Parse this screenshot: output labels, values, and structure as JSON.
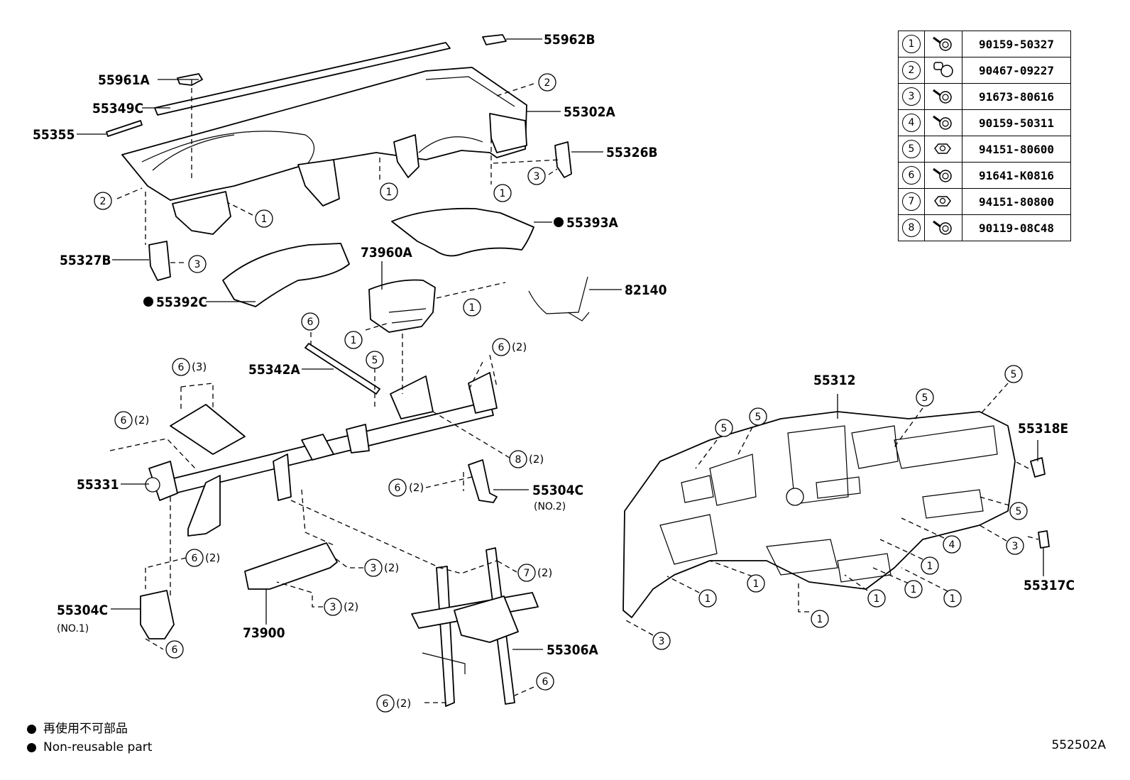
{
  "part_labels": {
    "p55962B": "55962B",
    "p55961A": "55961A",
    "p55349C": "55349C",
    "p55355": "55355",
    "p55302A": "55302A",
    "p55326B": "55326B",
    "p55393A": "55393A",
    "p55327B": "55327B",
    "p73960A": "73960A",
    "p82140": "82140",
    "p55392C": "55392C",
    "p55342A": "55342A",
    "p55331": "55331",
    "p55304C_2": "55304C",
    "p55304C_1": "55304C",
    "p73900": "73900",
    "p55306A": "55306A",
    "p55312": "55312",
    "p55318E": "55318E",
    "p55317C": "55317C"
  },
  "sub_labels": {
    "no2": "(NO.2)",
    "no1": "(NO.1)"
  },
  "quantities": {
    "q2": "(2)",
    "q3": "(3)"
  },
  "callouts": [
    "1",
    "2",
    "3",
    "4",
    "5",
    "6",
    "7",
    "8"
  ],
  "fastener_table": [
    {
      "no": "1",
      "icon": "bolt-washer-icon",
      "part_number": "90159-50327"
    },
    {
      "no": "2",
      "icon": "clip-icon",
      "part_number": "90467-09227"
    },
    {
      "no": "3",
      "icon": "bolt-washer-icon",
      "part_number": "91673-80616"
    },
    {
      "no": "4",
      "icon": "bolt-washer-icon",
      "part_number": "90159-50311"
    },
    {
      "no": "5",
      "icon": "nut-icon",
      "part_number": "94151-80600"
    },
    {
      "no": "6",
      "icon": "bolt-washer-icon",
      "part_number": "91641-K0816"
    },
    {
      "no": "7",
      "icon": "nut-icon",
      "part_number": "94151-80800"
    },
    {
      "no": "8",
      "icon": "bolt-washer-icon",
      "part_number": "90119-08C48"
    }
  ],
  "legend": {
    "jp": "再使用不可部品",
    "en": "Non-reusable part"
  },
  "figure_code": "552502A"
}
